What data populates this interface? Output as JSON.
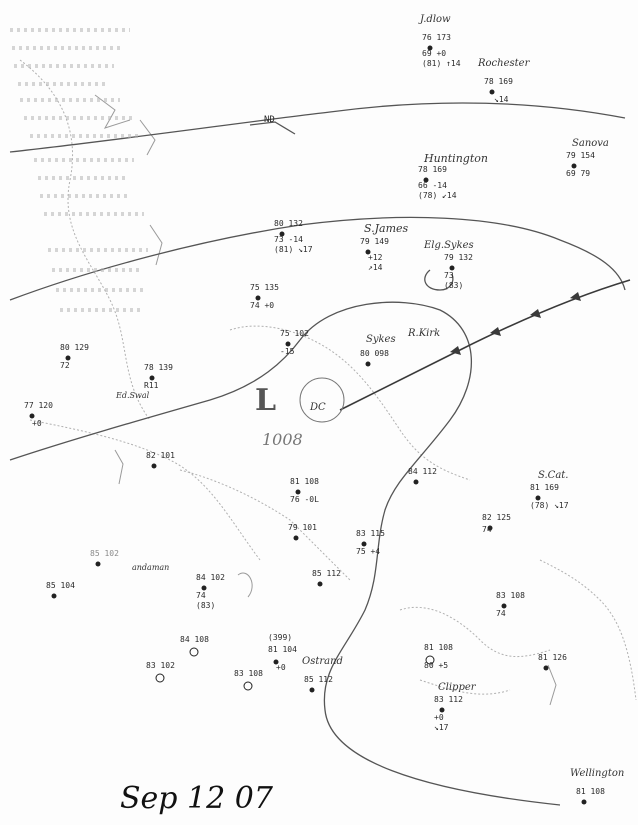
{
  "map": {
    "date_label": "Sep 12 07",
    "center_label": "L",
    "pressure_label": "1008",
    "center_tag": "DC",
    "place_labels": [
      {
        "id": "ND",
        "text": "ND"
      },
      {
        "id": "huntington",
        "text": "Huntington"
      },
      {
        "id": "s-james",
        "text": "S.James"
      },
      {
        "id": "rochester",
        "text": "Rochester"
      },
      {
        "id": "jdlow",
        "text": "J.dlow"
      },
      {
        "id": "sanova",
        "text": "Sanova"
      },
      {
        "id": "eg-sykes",
        "text": "Elg.Sykes"
      },
      {
        "id": "sykes",
        "text": "Sykes"
      },
      {
        "id": "rkirk",
        "text": "R.Kirk"
      },
      {
        "id": "scat",
        "text": "S.Cat."
      },
      {
        "id": "ostrand",
        "text": "Ostrand"
      },
      {
        "id": "clipper",
        "text": "Clipper"
      },
      {
        "id": "wellington",
        "text": "Wellington"
      },
      {
        "id": "esw",
        "text": "Ed.Swal"
      },
      {
        "id": "andaman",
        "text": "andaman"
      }
    ],
    "stations": [
      {
        "id": "s1",
        "top": "76 173",
        "mid": "69 +0",
        "bot": "(81) ↑14"
      },
      {
        "id": "s2",
        "top": "78 169",
        "mid": "↘14",
        "bot": ""
      },
      {
        "id": "s3",
        "top": "79 154",
        "mid": "69 79",
        "bot": ""
      },
      {
        "id": "s4",
        "top": "78 169",
        "mid": "66 -14",
        "bot": "(78) ↙14"
      },
      {
        "id": "s5",
        "top": "80 132",
        "mid": "73 -14",
        "bot": "(81) ↘17"
      },
      {
        "id": "s6",
        "top": "79 149",
        "mid": "+12",
        "bot": "↗14"
      },
      {
        "id": "s7",
        "top": "79 132",
        "mid": "73",
        "bot": "(83)"
      },
      {
        "id": "s8",
        "top": "75 135",
        "mid": "74 +0",
        "bot": ""
      },
      {
        "id": "s9",
        "top": "80 098",
        "mid": "",
        "bot": ""
      },
      {
        "id": "s10",
        "top": "75 102",
        "mid": "-15",
        "bot": ""
      },
      {
        "id": "s11",
        "top": "78 139",
        "mid": "R11",
        "bot": ""
      },
      {
        "id": "s12",
        "top": "80 129",
        "mid": "72",
        "bot": ""
      },
      {
        "id": "s13",
        "top": "77 120",
        "mid": "+0",
        "bot": ""
      },
      {
        "id": "s14",
        "top": "82 101",
        "mid": "",
        "bot": ""
      },
      {
        "id": "s15",
        "top": "81 108",
        "mid": "76 -0L",
        "bot": ""
      },
      {
        "id": "s16",
        "top": "79 101",
        "mid": "",
        "bot": ""
      },
      {
        "id": "s17",
        "top": "83 115",
        "mid": "75 +4",
        "bot": ""
      },
      {
        "id": "s18",
        "top": "84 112",
        "mid": "",
        "bot": ""
      },
      {
        "id": "s19",
        "top": "81 169",
        "mid": "(78) ↘17",
        "bot": ""
      },
      {
        "id": "s20",
        "top": "82 125",
        "mid": "74",
        "bot": ""
      },
      {
        "id": "s21",
        "top": "85 104",
        "mid": "",
        "bot": ""
      },
      {
        "id": "s22",
        "top": "84 102",
        "mid": "74",
        "bot": "(83)"
      },
      {
        "id": "s23",
        "top": "83 108",
        "mid": "74",
        "bot": ""
      },
      {
        "id": "s24",
        "top": "84 108",
        "mid": "",
        "bot": ""
      },
      {
        "id": "s25",
        "top": "83 102",
        "mid": "",
        "bot": ""
      },
      {
        "id": "s26",
        "top": "(399)",
        "mid": "81 104",
        "bot": "+0"
      },
      {
        "id": "s27",
        "top": "83 108",
        "mid": "",
        "bot": ""
      },
      {
        "id": "s28",
        "top": "85 112",
        "mid": "",
        "bot": ""
      },
      {
        "id": "s29",
        "top": "83 112",
        "mid": "+0",
        "bot": "↘17"
      },
      {
        "id": "s30",
        "top": "81 108",
        "mid": "80 +5",
        "bot": ""
      },
      {
        "id": "s31",
        "top": "81 126",
        "mid": "",
        "bot": ""
      },
      {
        "id": "s32",
        "top": "81 108",
        "mid": "",
        "bot": ""
      },
      {
        "id": "s33",
        "top": "85 102",
        "mid": "",
        "bot": ""
      },
      {
        "id": "s34",
        "top": "85 112",
        "mid": "",
        "bot": ""
      }
    ]
  }
}
